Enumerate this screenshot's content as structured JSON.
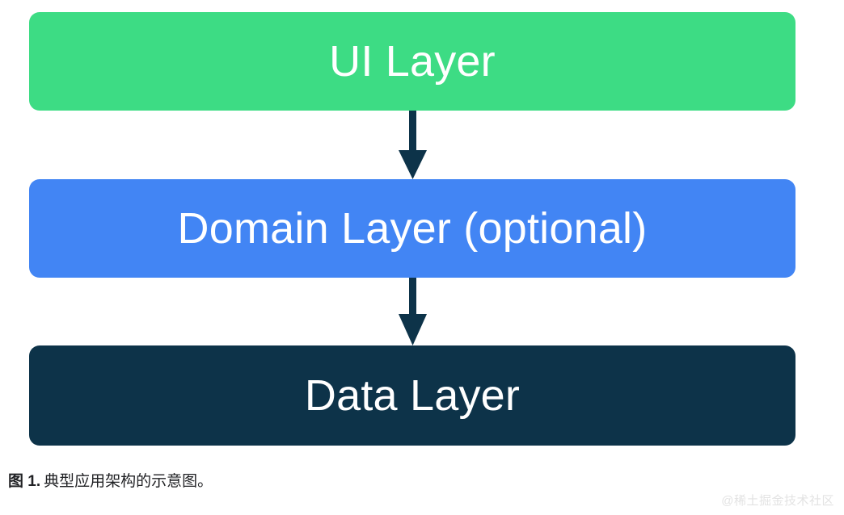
{
  "diagram": {
    "title": "典型应用架构的示意图",
    "type": "layered-architecture",
    "orientation": "vertical-top-down",
    "background_color": "#ffffff",
    "layers": [
      {
        "id": "ui-layer",
        "label": "UI Layer",
        "color": "#3ddc84",
        "text_color": "#ffffff",
        "order": 1,
        "optional": false
      },
      {
        "id": "domain-layer",
        "label": "Domain Layer (optional)",
        "color": "#4285f4",
        "text_color": "#ffffff",
        "order": 2,
        "optional": true
      },
      {
        "id": "data-layer",
        "label": "Data Layer",
        "color": "#0d3349",
        "text_color": "#ffffff",
        "order": 3,
        "optional": false
      }
    ],
    "connectors": [
      {
        "id": "arrow-ui-to-domain",
        "from": "ui-layer",
        "to": "domain-layer",
        "direction": "down",
        "color": "#0d3349",
        "icon": "arrow-down-icon"
      },
      {
        "id": "arrow-domain-to-data",
        "from": "domain-layer",
        "to": "data-layer",
        "direction": "down",
        "color": "#0d3349",
        "icon": "arrow-down-icon"
      }
    ]
  },
  "caption": {
    "number": "图 1.",
    "text": "典型应用架构的示意图。",
    "color": "#202124"
  },
  "watermark": {
    "text": "@稀土掘金技术社区",
    "color": "#e3e3e3"
  }
}
